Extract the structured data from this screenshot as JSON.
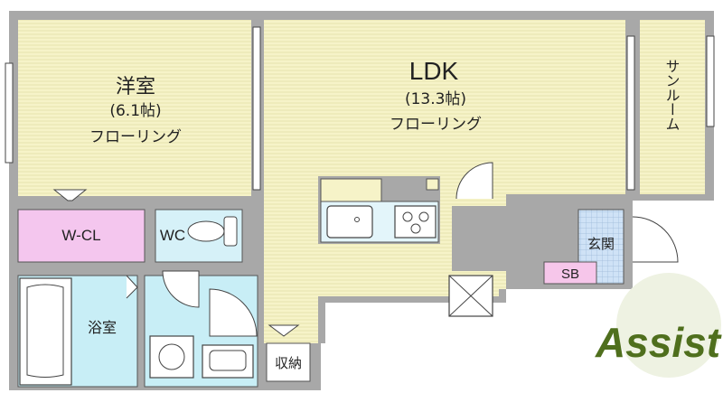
{
  "rooms": {
    "western_room": {
      "name": "洋室",
      "size": "(6.1帖)",
      "floor": "フローリング"
    },
    "ldk": {
      "name": "LDK",
      "size": "(13.3帖)",
      "floor": "フローリング"
    },
    "sunroom": {
      "name": "サンルーム"
    },
    "wcl": {
      "name": "W-CL"
    },
    "wc": {
      "name": "WC"
    },
    "bath": {
      "name": "浴室"
    },
    "storage": {
      "name": "収納"
    },
    "entrance": {
      "name": "玄関"
    },
    "sb": {
      "name": "SB"
    }
  },
  "logo": {
    "text": "Assist"
  },
  "colors": {
    "tatami_yellow": "#f6f3c8",
    "wcl_pink": "#f4c6ee",
    "wc_cyan": "#d6f1f8",
    "bath_cyan": "#c8eef6",
    "entrance_blue": "#cfe2f6",
    "sb_pink": "#f6c6ea",
    "wall_gray": "#a8a8a8",
    "logo_green": "#4f6f1d"
  }
}
